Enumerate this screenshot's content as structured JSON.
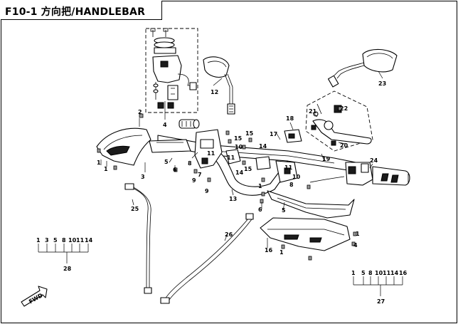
{
  "title": "F10-1 方向把/HANDLEBAR",
  "fwd_label": "FWD",
  "callouts": {
    "n1a": "1",
    "n1b": "1",
    "n1c": "1",
    "n1d": "1",
    "n1e": "1",
    "n2": "2",
    "n3": "3",
    "n4": "4",
    "n4b": "4",
    "n5a": "5",
    "n5b": "5",
    "n6a": "6",
    "n6b": "6",
    "n7": "7",
    "n8a": "8",
    "n8b": "8",
    "n9a": "9",
    "n9b": "9",
    "n10a": "10",
    "n10b": "10",
    "n11a": "11",
    "n11b": "11",
    "n11c": "11",
    "n12": "12",
    "n13": "13",
    "n14a": "14",
    "n14b": "14",
    "n15a": "15",
    "n15b": "15",
    "n15c": "15",
    "n16": "16",
    "n17": "17",
    "n18": "18",
    "n19": "19",
    "n20": "20",
    "n21": "21",
    "n22": "22",
    "n23": "23",
    "n24": "24",
    "n25": "25",
    "n26": "26"
  },
  "kits": [
    {
      "parts": [
        "1",
        "3",
        "5",
        "8",
        "10",
        "11",
        "14"
      ],
      "kit_number": "28"
    },
    {
      "parts": [
        "1",
        "5",
        "8",
        "10",
        "11",
        "14",
        "16"
      ],
      "kit_number": "27"
    }
  ]
}
